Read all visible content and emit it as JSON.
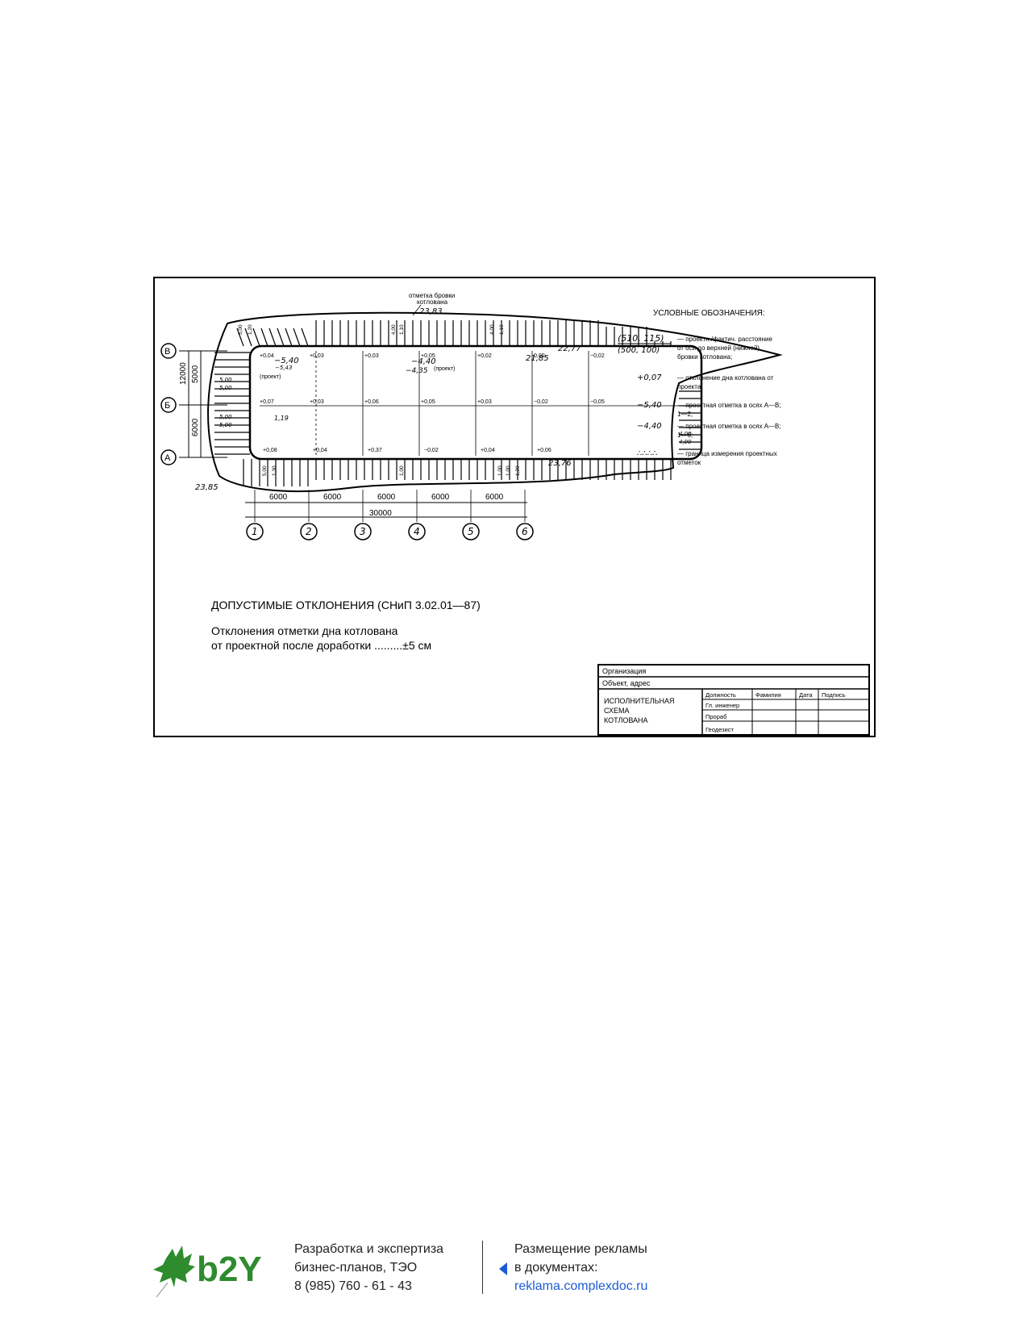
{
  "legend": {
    "title": "УСЛОВНЫЕ ОБОЗНАЧЕНИЯ:",
    "items": [
      {
        "symbol_top": "(510, 115)",
        "symbol_bottom": "(500, 100)",
        "lines": [
          "— проектн./фактич. расстояние",
          "от оси до верхней (нижней)",
          "бровки котлована;"
        ]
      },
      {
        "symbol": "+0,07",
        "lines": [
          "— отклонение дна котлована от",
          "проекта;"
        ]
      },
      {
        "symbol": "−5,40",
        "lines": [
          "— проектная отметка в осях А—В;",
          "1—2;"
        ]
      },
      {
        "symbol": "−4,40",
        "lines": [
          "— проектная отметка в осях А—В;",
          "1—6;"
        ]
      },
      {
        "symbol": "∴∴∴∴",
        "lines": [
          "— граница измерения проектных",
          "отметок"
        ]
      }
    ]
  },
  "plan": {
    "brow_label": [
      "отметка бровки",
      "котлована"
    ],
    "brow_elevations": [
      "23,83",
      "22,77",
      "21,85",
      "23,76",
      "23,85"
    ],
    "axes_letters": [
      "В",
      "Б",
      "А"
    ],
    "axes_numbers": [
      "1",
      "2",
      "3",
      "4",
      "5",
      "6"
    ],
    "vertical_dims": [
      "12000",
      "5000",
      "6000"
    ],
    "horizontal_dims": [
      "6000",
      "6000",
      "6000",
      "6000",
      "6000"
    ],
    "total_dim": "30000",
    "deviations_top": [
      "+0,04",
      "+0,03",
      "+0,03",
      "+0,05",
      "+0,02",
      "0,00",
      "−0,02"
    ],
    "deviations_mid": [
      "+0,07",
      "+0,03",
      "+0,06",
      "+0,05",
      "+0,03",
      "−0,02",
      "−0,05"
    ],
    "deviations_bot": [
      "+0,08",
      "+0,04",
      "+0,37",
      "−0,02",
      "+0,04",
      "+0,06"
    ],
    "design_marks": [
      {
        "value": "−5,40",
        "actual": "−5,43",
        "note": "(проект)"
      },
      {
        "value": "−4,40",
        "actual": "−4,35",
        "note": "(проект)"
      }
    ],
    "side_dims_left": [
      "5,00",
      "5,00",
      "5,00",
      "5,00"
    ],
    "side_dims_right": [
      "4,00",
      "4,00"
    ],
    "top_dims": [
      "5,00",
      "1,20",
      "4,00",
      "1,10",
      "4,00",
      "1,10"
    ],
    "bottom_dims": [
      "5,00",
      "1,30",
      "1,00",
      "1,00",
      "1,00",
      "1,20"
    ],
    "small_mark": "1,19"
  },
  "tolerance": {
    "heading": "ДОПУСТИМЫЕ ОТКЛОНЕНИЯ (СНиП 3.02.01—87)",
    "line1": "Отклонения отметки дна котлована",
    "line2": "от проектной после доработки .........±5 см"
  },
  "stamp": {
    "organization": "Организация",
    "object": "Объект, адрес",
    "title_lines": [
      "ИСПОЛНИТЕЛЬНАЯ",
      "СХЕМА",
      "КОТЛОВАНА"
    ],
    "headers": [
      "Должность",
      "Фамилия",
      "Дата",
      "Подпись"
    ],
    "rows": [
      "Гл. инженер",
      "Прораб",
      "Геодезист"
    ]
  },
  "footer": {
    "logo_text": "b2Y",
    "left": [
      "Разработка и экспертиза",
      "бизнес-планов, ТЭО",
      "8 (985) 760 - 61 - 43"
    ],
    "right": [
      "Размещение рекламы",
      "в документах:"
    ],
    "link": "reklama.complexdoc.ru",
    "colors": {
      "brand_green": "#2e8b2e",
      "link_blue": "#1e5bd6"
    }
  }
}
